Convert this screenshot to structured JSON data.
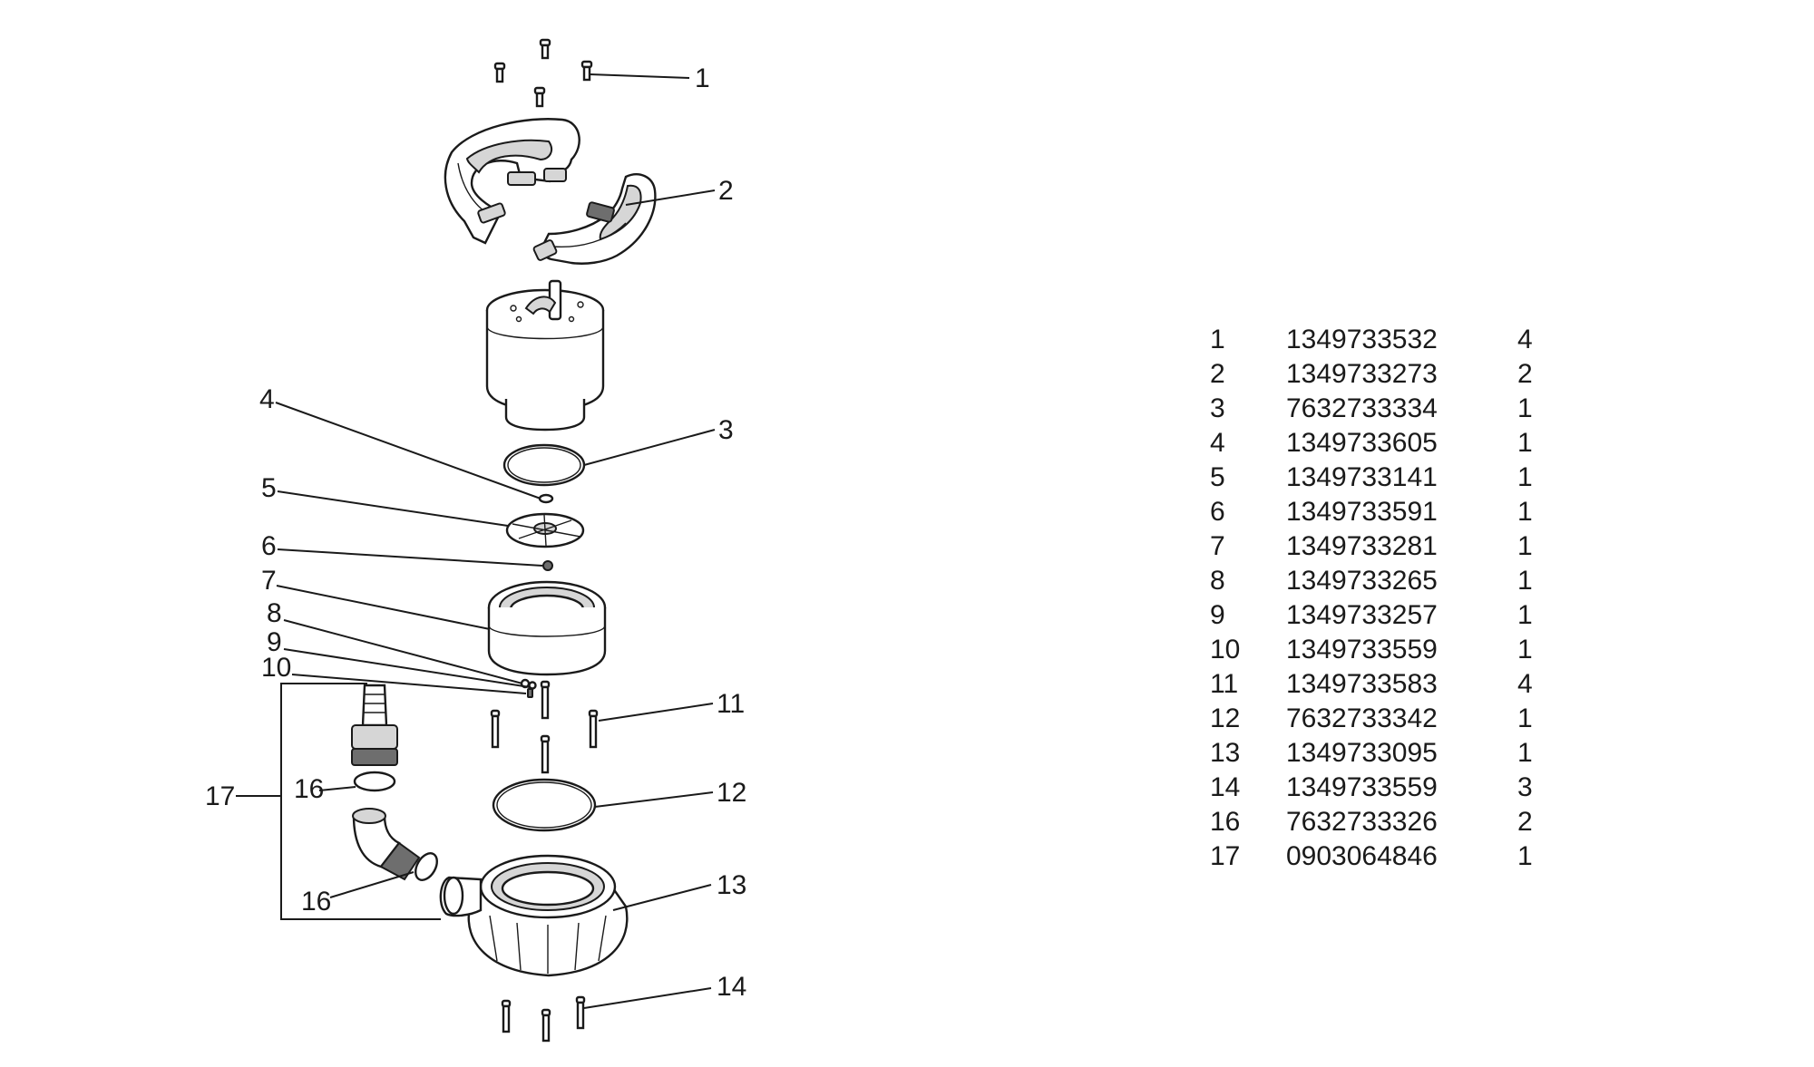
{
  "callouts": {
    "c1": "1",
    "c2": "2",
    "c3": "3",
    "c4": "4",
    "c5": "5",
    "c6": "6",
    "c7": "7",
    "c8": "8",
    "c9": "9",
    "c10": "10",
    "c11": "11",
    "c12": "12",
    "c13": "13",
    "c14": "14",
    "c16a": "16",
    "c16b": "16",
    "c17": "17"
  },
  "parts_list": [
    {
      "pos": "1",
      "part_number": "1349733532",
      "qty": "4"
    },
    {
      "pos": "2",
      "part_number": "1349733273",
      "qty": "2"
    },
    {
      "pos": "3",
      "part_number": "7632733334",
      "qty": "1"
    },
    {
      "pos": "4",
      "part_number": "1349733605",
      "qty": "1"
    },
    {
      "pos": "5",
      "part_number": "1349733141",
      "qty": "1"
    },
    {
      "pos": "6",
      "part_number": "1349733591",
      "qty": "1"
    },
    {
      "pos": "7",
      "part_number": "1349733281",
      "qty": "1"
    },
    {
      "pos": "8",
      "part_number": "1349733265",
      "qty": "1"
    },
    {
      "pos": "9",
      "part_number": "1349733257",
      "qty": "1"
    },
    {
      "pos": "10",
      "part_number": "1349733559",
      "qty": "1"
    },
    {
      "pos": "11",
      "part_number": "1349733583",
      "qty": "4"
    },
    {
      "pos": "12",
      "part_number": "7632733342",
      "qty": "1"
    },
    {
      "pos": "13",
      "part_number": "1349733095",
      "qty": "1"
    },
    {
      "pos": "14",
      "part_number": "1349733559",
      "qty": "3"
    },
    {
      "pos": "16",
      "part_number": "7632733326",
      "qty": "2"
    },
    {
      "pos": "17",
      "part_number": "0903064846",
      "qty": "1"
    }
  ]
}
